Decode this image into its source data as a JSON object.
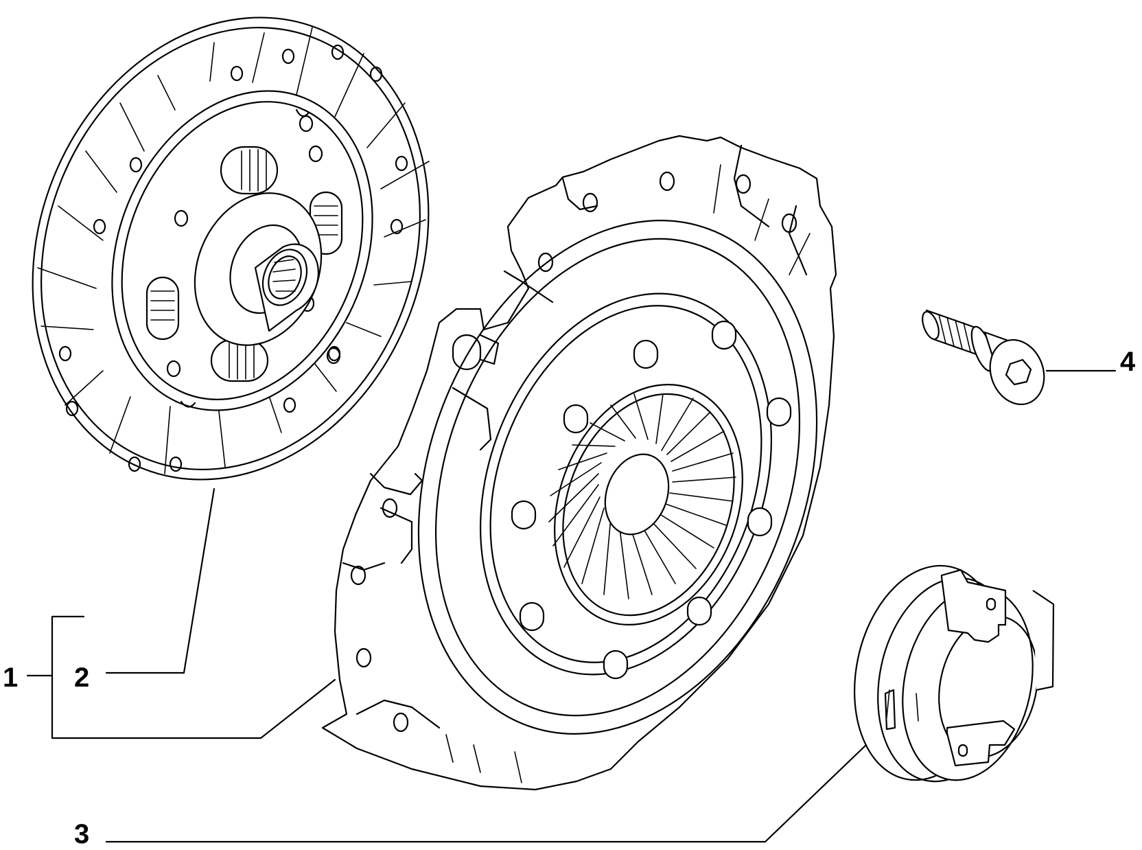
{
  "diagram": {
    "background": "#ffffff",
    "line_color": "#000000",
    "callouts": [
      {
        "id": "1",
        "label": "1",
        "part": "clutch-kit"
      },
      {
        "id": "2",
        "label": "2",
        "part": "clutch-disc"
      },
      {
        "id": "3",
        "label": "3",
        "part": "release-bearing"
      },
      {
        "id": "4",
        "label": "4",
        "part": "socket-head-bolt"
      }
    ]
  }
}
